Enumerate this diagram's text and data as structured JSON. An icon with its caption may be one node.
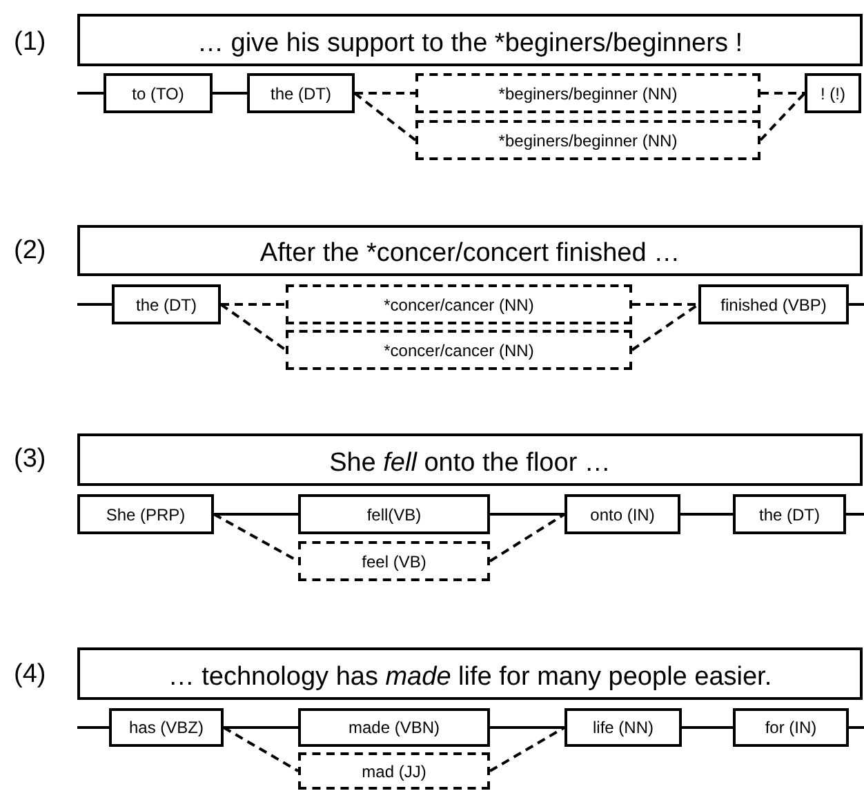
{
  "diagram": {
    "nodes": [
      {
        "text": [
          "… give his support to the *beginers/beginners !"
        ]
      },
      {
        "text": [
          "to (TO)"
        ]
      },
      {
        "text": [
          "the (DT)"
        ]
      },
      {
        "text": [
          "*beginers/beginner (NN)"
        ]
      },
      {
        "text": [
          "*beginers/beginner (NN)"
        ]
      },
      {
        "text": [
          "! (!)"
        ]
      },
      {
        "text": [
          "After the *concer/concert finished …"
        ]
      },
      {
        "text": [
          "the (DT)"
        ]
      },
      {
        "text": [
          "*concer/cancer (NN)"
        ]
      },
      {
        "text": [
          "*concer/cancer (NN)"
        ]
      },
      {
        "text": [
          "finished (VBP)"
        ]
      },
      {
        "text": [
          "She *fell* onto the floor …"
        ]
      },
      {
        "text": [
          "She (PRP)"
        ]
      },
      {
        "text": [
          "fell(VB)"
        ]
      },
      {
        "text": [
          "onto (IN)"
        ]
      },
      {
        "text": [
          "the (DT)"
        ]
      },
      {
        "text": [
          "feel (VB)"
        ]
      },
      {
        "text": [
          "… technology has *made* life for many people easier."
        ]
      },
      {
        "text": [
          "has (VBZ)"
        ]
      },
      {
        "text": [
          "made (VBN)"
        ]
      },
      {
        "text": [
          "life (NN)"
        ]
      },
      {
        "text": [
          "for (IN)"
        ]
      },
      {
        "text": [
          "mad (JJ)"
        ]
      }
    ],
    "edges": [
      {
        "from": null,
        "to": 1,
        "arrow": "none"
      },
      {
        "from": 1,
        "to": 2,
        "arrow": "none"
      },
      {
        "from": 2,
        "to": 3,
        "arrow": "none",
        "style": "dashed"
      },
      {
        "from": 2,
        "to": 4,
        "arrow": "none",
        "style": "dashed"
      },
      {
        "from": 3,
        "to": 5,
        "arrow": "none",
        "style": "dashed"
      },
      {
        "from": 4,
        "to": 5,
        "arrow": "none",
        "style": "dashed"
      },
      {
        "from": null,
        "to": 7,
        "arrow": "none"
      },
      {
        "from": 7,
        "to": 8,
        "arrow": "none",
        "style": "dashed"
      },
      {
        "from": 7,
        "to": 9,
        "arrow": "none",
        "style": "dashed"
      },
      {
        "from": 8,
        "to": 10,
        "arrow": "none",
        "style": "dashed"
      },
      {
        "from": 9,
        "to": 10,
        "arrow": "none",
        "style": "dashed"
      },
      {
        "from": 10,
        "to": null,
        "arrow": "none"
      },
      {
        "from": 12,
        "to": 13,
        "arrow": "none"
      },
      {
        "from": 12,
        "to": 16,
        "arrow": "none",
        "style": "dashed"
      },
      {
        "from": 13,
        "to": 14,
        "arrow": "none"
      },
      {
        "from": 16,
        "to": 14,
        "arrow": "none",
        "style": "dashed"
      },
      {
        "from": 14,
        "to": 15,
        "arrow": "none"
      },
      {
        "from": 15,
        "to": null,
        "arrow": "none"
      },
      {
        "from": null,
        "to": 18,
        "arrow": "none"
      },
      {
        "from": 18,
        "to": 19,
        "arrow": "none"
      },
      {
        "from": 18,
        "to": 22,
        "arrow": "none",
        "style": "dashed"
      },
      {
        "from": 19,
        "to": 20,
        "arrow": "none"
      },
      {
        "from": 22,
        "to": 20,
        "arrow": "none",
        "style": "dashed"
      },
      {
        "from": 20,
        "to": 21,
        "arrow": "none"
      },
      {
        "from": 21,
        "to": null,
        "arrow": "none"
      }
    ],
    "labels": [
      "(1)",
      "(2)",
      "(3)",
      "(4)"
    ]
  }
}
